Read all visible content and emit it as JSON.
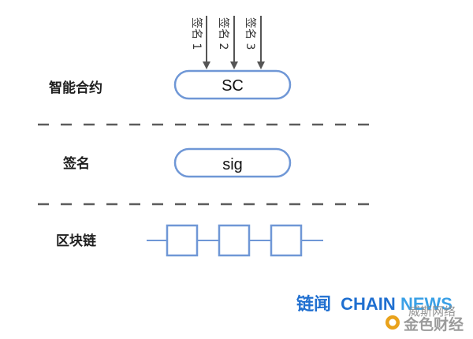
{
  "colors": {
    "accent_blue": "#6f97d6",
    "divider_gray": "#5c5c5c",
    "arrow_gray": "#555555",
    "brand_blue": "#1f6fd0",
    "brand_light_blue": "#3aa0e6",
    "watermark_gray": "#8a8a8a",
    "watermark_gold": "#e9a21b"
  },
  "rows": {
    "smart_contract_label": "智能合约",
    "signature_label": "签名",
    "blockchain_label": "区块链"
  },
  "pills": {
    "smart_contract_text": "SC",
    "signature_text": "sig"
  },
  "signature_arrows": [
    {
      "label": "签名 1"
    },
    {
      "label": "签名 2"
    },
    {
      "label": "签名 3"
    }
  ],
  "blockchain": {
    "block_count": 3
  },
  "watermark": {
    "brand_cn": "链闻",
    "brand_chain": "CHAIN",
    "brand_news": "NEWS",
    "overlay_small": "威斯网络",
    "overlay_big": "金色财经",
    "logo_icon": "gold-coin-logo-icon"
  }
}
